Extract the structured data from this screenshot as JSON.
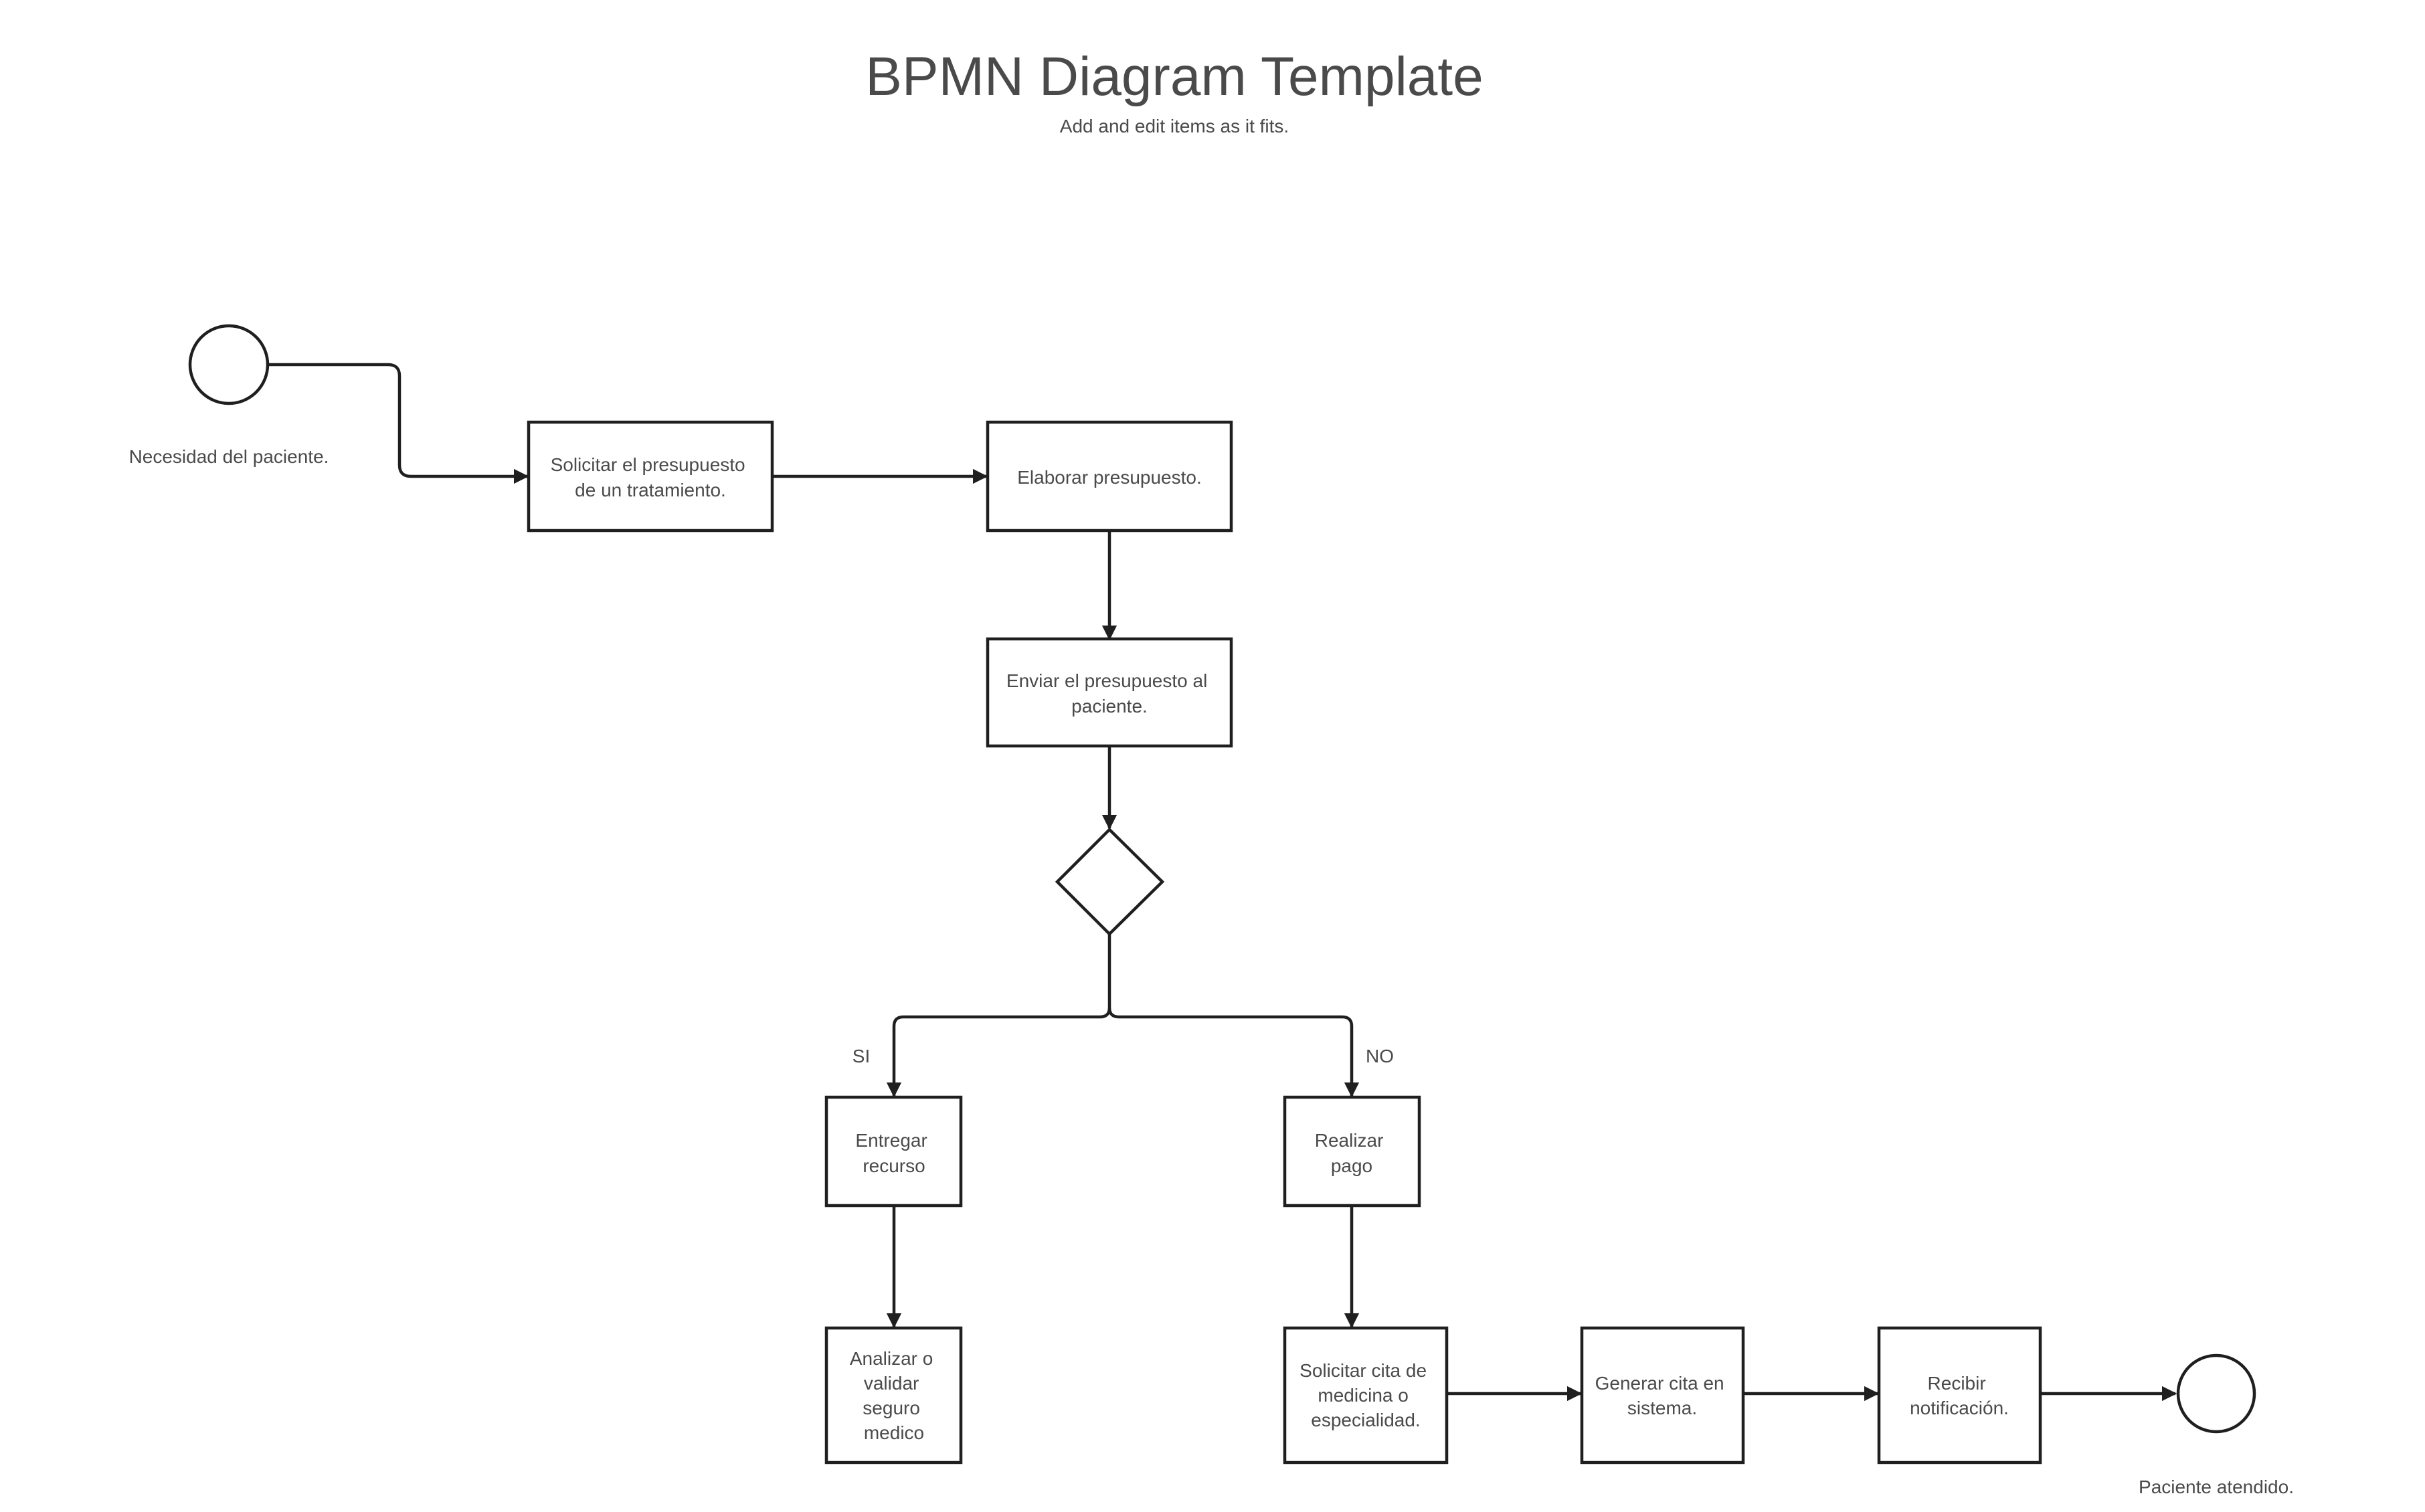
{
  "header": {
    "title": "BPMN Diagram Template",
    "subtitle": "Add and edit items as it fits."
  },
  "events": {
    "start": {
      "label": "Necesidad del paciente."
    },
    "end": {
      "label": "Paciente atendido."
    }
  },
  "tasks": {
    "solicitar_presupuesto": [
      "Solicitar el presupuesto",
      "de un tratamiento."
    ],
    "elaborar_presupuesto": [
      "Elaborar presupuesto."
    ],
    "enviar_presupuesto": [
      "Enviar el presupuesto al",
      "paciente."
    ],
    "entregar_recurso": [
      "Entregar",
      "recurso"
    ],
    "analizar_seguro": [
      "Analizar o",
      "validar",
      "seguro",
      "medico"
    ],
    "realizar_pago": [
      "Realizar",
      "pago"
    ],
    "solicitar_cita": [
      "Solicitar cita de",
      "medicina o",
      "especialidad."
    ],
    "generar_cita": [
      "Generar cita en",
      "sistema."
    ],
    "recibir_notificacion": [
      "Recibir",
      "notificación."
    ]
  },
  "gateway": {
    "yes_label": "SI",
    "no_label": "NO"
  },
  "colors": {
    "stroke": "#1f1f1f",
    "text": "#4a4a4a",
    "background": "#ffffff"
  }
}
